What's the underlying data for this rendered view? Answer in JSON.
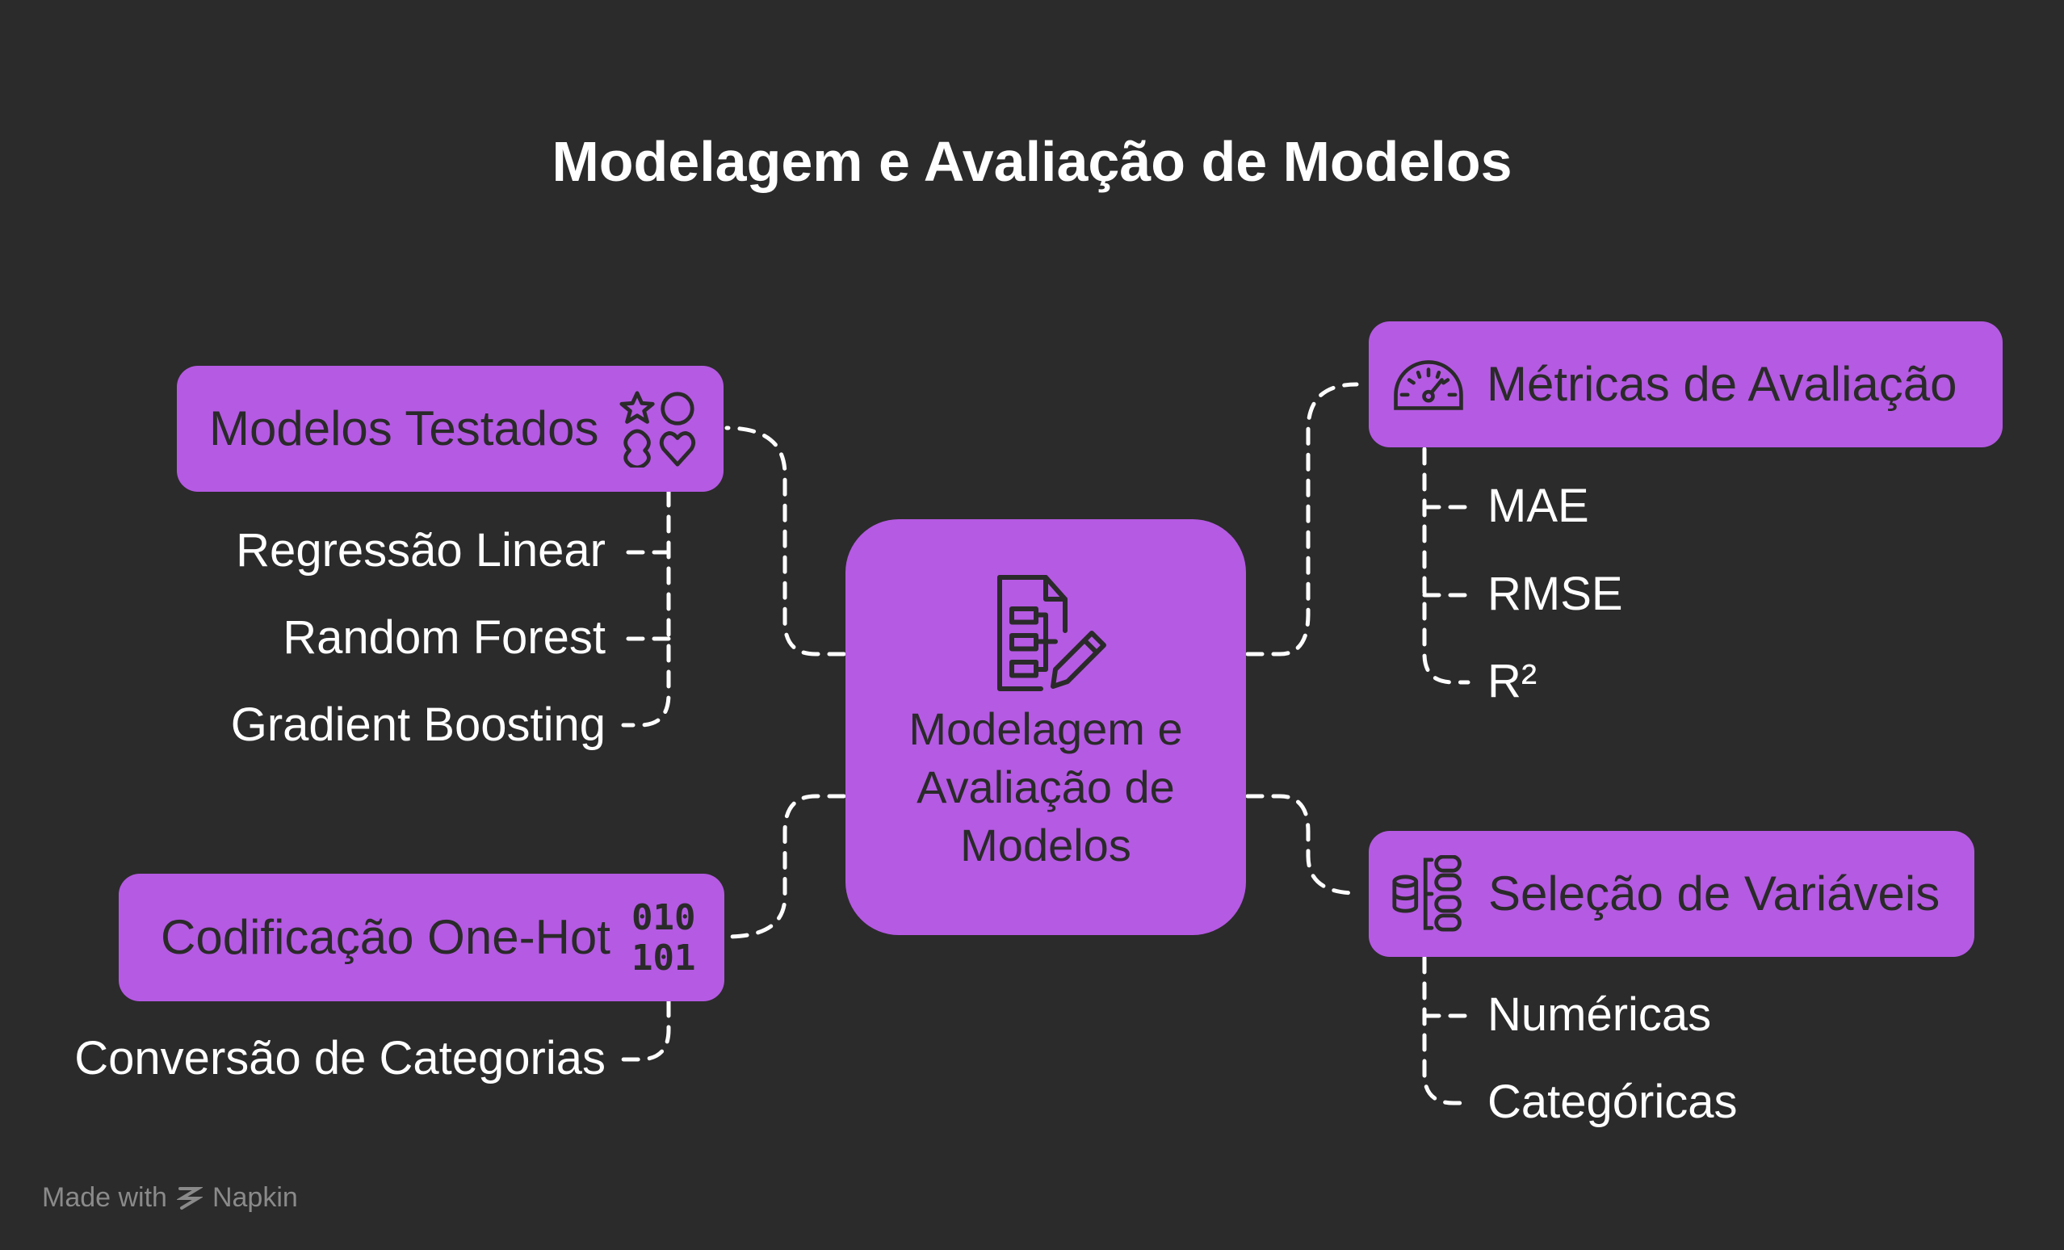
{
  "title": "Modelagem e Avaliação de Modelos",
  "center": {
    "label": "Modelagem e Avaliação de Modelos",
    "icon": "document-flowchart-pencil-icon"
  },
  "branches": {
    "modelos_testados": {
      "label": "Modelos Testados",
      "icon": "shapes-icon",
      "items": [
        "Regressão Linear",
        "Random Forest",
        "Gradient Boosting"
      ]
    },
    "codificacao": {
      "label": "Codificação One-Hot",
      "icon": "binary-icon",
      "items": [
        "Conversão de Categorias"
      ]
    },
    "metricas": {
      "label": "Métricas de Avaliação",
      "icon": "gauge-icon",
      "items": [
        "MAE",
        "RMSE",
        "R²"
      ]
    },
    "selecao": {
      "label": "Seleção de Variáveis",
      "icon": "database-list-icon",
      "items": [
        "Numéricas",
        "Categóricas"
      ]
    }
  },
  "colors": {
    "background": "#2b2b2b",
    "node": "#b55ae3",
    "text_dark": "#2a2a2a",
    "text_light": "#ffffff"
  },
  "footer": {
    "made_with": "Made with",
    "brand": "Napkin",
    "icon": "napkin-logo-icon"
  }
}
